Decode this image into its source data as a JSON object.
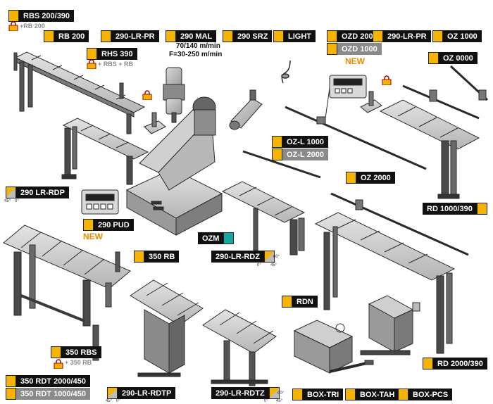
{
  "labels": {
    "rbs_200_390": "RBS 200/390",
    "rb_200_sub": "+RB 200",
    "rb_200": "RB 200",
    "lr_pr_left": "290-LR-PR",
    "mal_290": "290 MAL",
    "mal_speed": "70/140 m/min",
    "mal_force": "F=30-250 m/min",
    "srz_290": "290 SRZ",
    "light": "LIGHT",
    "ozd_2000": "OZD 2000",
    "ozd_1000": "OZD 1000",
    "new_ozd": "NEW",
    "lr_pr_right": "290-LR-PR",
    "oz_1000": "OZ 1000",
    "oz_0000": "OZ 0000",
    "rhs_390": "RHS 390",
    "rhs_sub": "+ RBS + RB",
    "ozl_1000": "OZ-L 1000",
    "ozl_2000": "OZ-L 2000",
    "oz_2000": "OZ 2000",
    "lr_rdp": "290 LR-RDP",
    "pud_290": "290 PUD",
    "new_pud": "NEW",
    "rd_1000_390": "RD 1000/390",
    "ozm": "OZM",
    "lr_rdz": "290-LR-RDZ",
    "rb_350": "350 RB",
    "rdn": "RDN",
    "rd_2000_390": "RD 2000/390",
    "rbs_350": "350 RBS",
    "rb_350_sub": "+ 350 RB",
    "rdt_2000_450": "350 RDT 2000/450",
    "rdt_1000_450": "350 RDT 1000/450",
    "lr_rdtp": "290-LR-RDTP",
    "lr_rdtz": "290-LR-RDTZ",
    "box_tri": "BOX-TRI",
    "box_tah": "BOX-TAH",
    "box_pcs": "BOX-PCS"
  },
  "angles": {
    "a45": "45°",
    "a0": "0°",
    "a60": "60°"
  },
  "colors": {
    "label_bg": "#111111",
    "label_alt_bg": "#8a8a8a",
    "marker": "#f5b400",
    "teal_marker": "#1aa6a0",
    "new_text": "#f08a00",
    "steel_light": "#c9c9c9",
    "steel_mid": "#8f8f8f",
    "steel_dark": "#3a3a3a"
  }
}
